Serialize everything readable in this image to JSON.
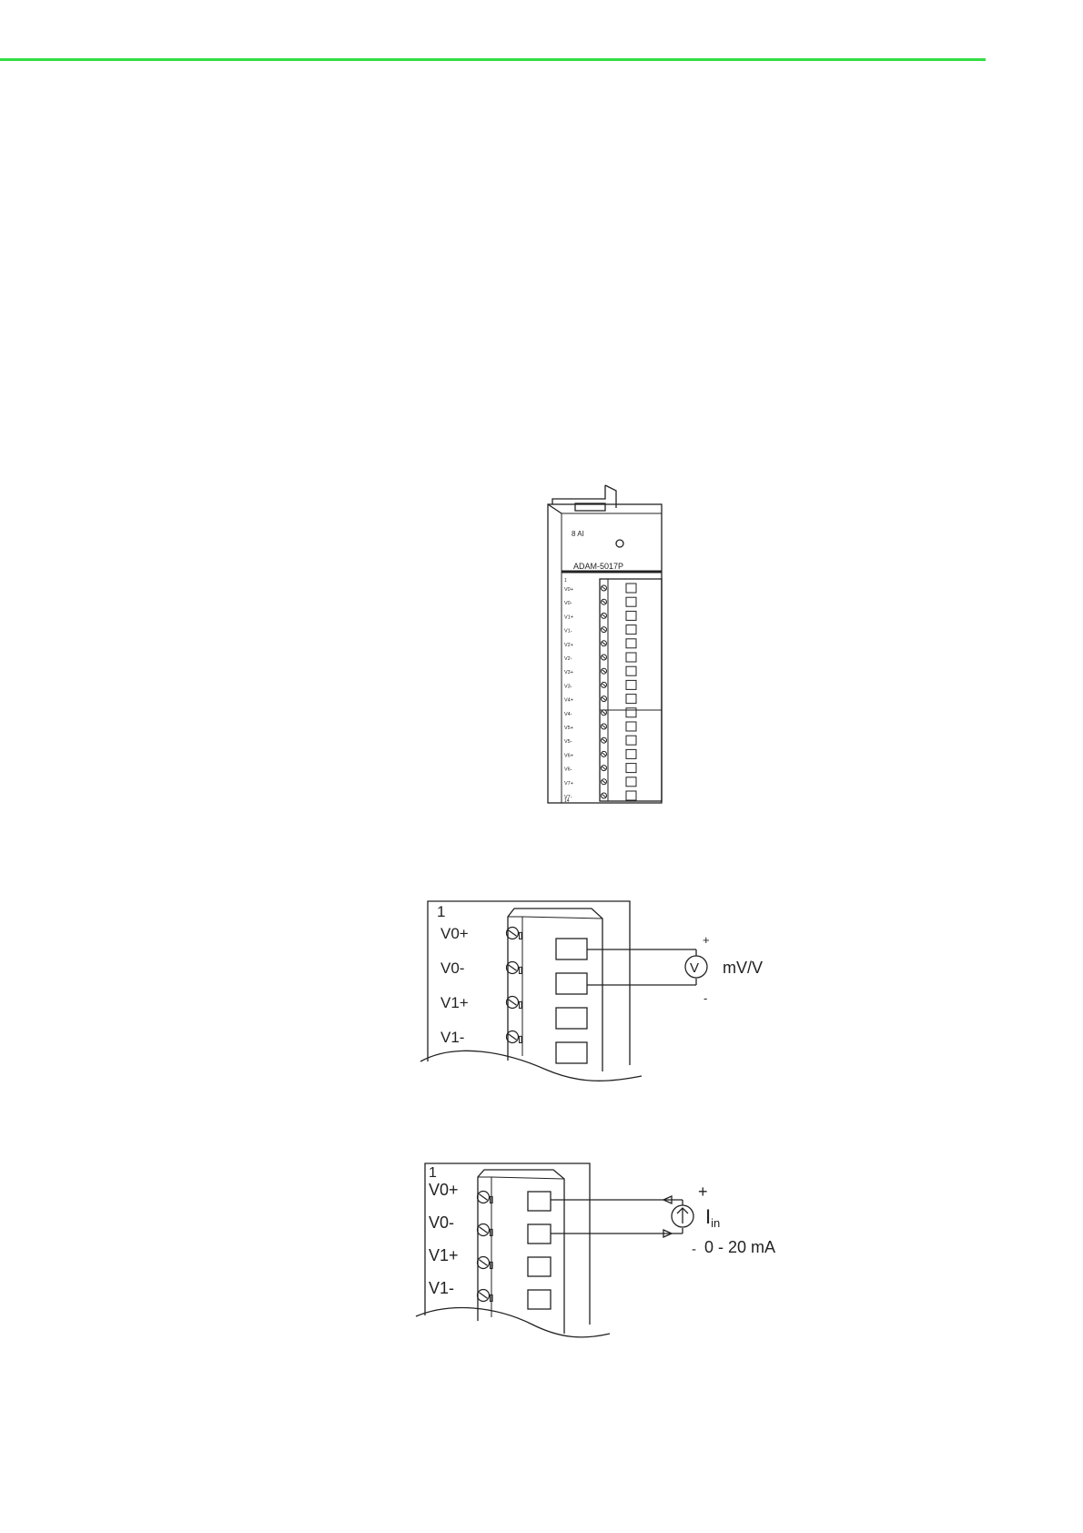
{
  "header": {
    "rule_color": "#33dd44"
  },
  "module": {
    "channel_count_label": "8 AI",
    "model": "ADAM-5017P",
    "pin_one_label": "1",
    "terminal_labels": [
      "V0+",
      "V0-",
      "V1+",
      "V1-",
      "V2+",
      "V2-",
      "V3+",
      "V3-",
      "V4+",
      "V4-",
      "V5+",
      "V5-",
      "V6+",
      "V6-",
      "V7+",
      "V7-"
    ],
    "bottom_label": "14"
  },
  "voltage_wiring": {
    "pin_one_label": "1",
    "terminal_labels": [
      "V0+",
      "V0-",
      "V1+",
      "V1-"
    ],
    "meter_symbol": "V",
    "plus_label": "+",
    "minus_label": "-",
    "signal_label": "mV/V"
  },
  "current_wiring": {
    "pin_one_label": "1",
    "terminal_labels": [
      "V0+",
      "V0-",
      "V1+",
      "V1-"
    ],
    "plus_label": "+",
    "minus_label": "-",
    "current_symbol": "I",
    "current_subscript": "in",
    "range_label": "0 - 20 mA"
  }
}
